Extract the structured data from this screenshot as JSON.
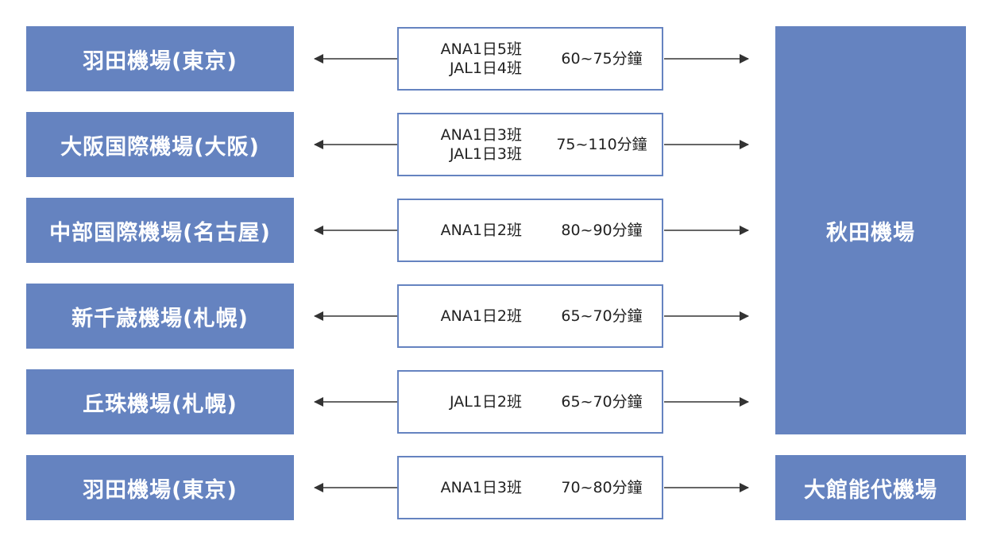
{
  "routes": [
    {
      "origin": "羽田機場(東京)",
      "flights": [
        "ANA1日5班",
        "JAL1日4班"
      ],
      "time": "60~75分鐘"
    },
    {
      "origin": "大阪国際機場(大阪)",
      "flights": [
        "ANA1日3班",
        "JAL1日3班"
      ],
      "time": "75~110分鐘"
    },
    {
      "origin": "中部国際機場(名古屋)",
      "flights": [
        "ANA1日2班"
      ],
      "time": "80~90分鐘"
    },
    {
      "origin": "新千歳機場(札幌)",
      "flights": [
        "ANA1日2班"
      ],
      "time": "65~70分鐘"
    },
    {
      "origin": "丘珠機場(札幌)",
      "flights": [
        "JAL1日2班"
      ],
      "time": "65~70分鐘"
    },
    {
      "origin": "羽田機場(東京)",
      "flights": [
        "ANA1日3班"
      ],
      "time": "70~80分鐘"
    }
  ],
  "destinations": {
    "akita": "秋田機場",
    "odate_noshiro": "大館能代機場"
  },
  "colors": {
    "box_fill": "#6583c0",
    "box_text": "#ffffff",
    "arrow": "#333333"
  }
}
